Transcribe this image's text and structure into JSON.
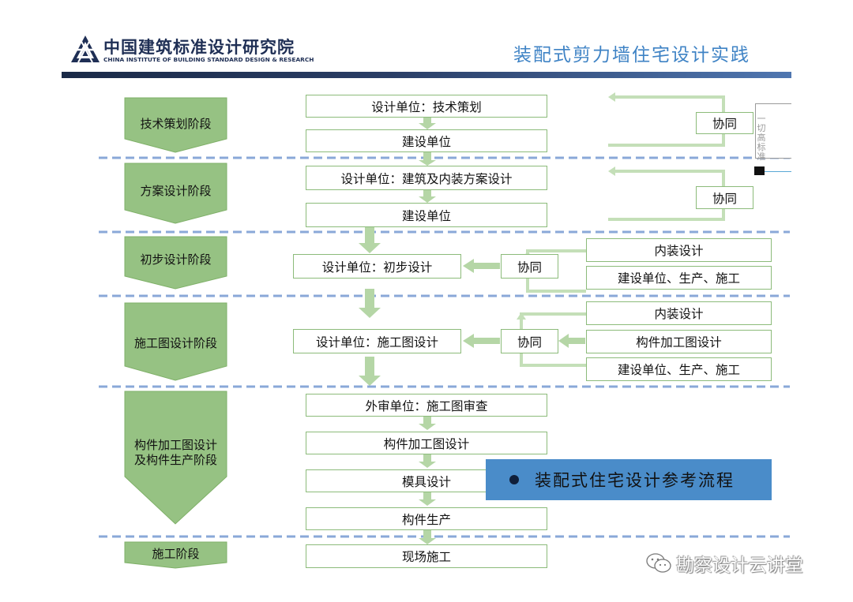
{
  "header": {
    "org_name_cn": "中国建筑标准设计研究院",
    "org_name_en": "CHINA INSTITUTE OF BUILDING STANDARD DESIGN & RESEARCH",
    "slide_title": "装配式剪力墙住宅设计实践"
  },
  "colors": {
    "header_bar": "#2a3e66",
    "stage_chevron": "#96c283",
    "box_border": "#8cbb7a",
    "arrow": "#b5d6a6",
    "divider": "#8aa8d8",
    "banner": "#4a8cc9",
    "title": "#3f83c5"
  },
  "stages": [
    {
      "label": "技术策划阶段"
    },
    {
      "label": "方案设计阶段"
    },
    {
      "label": "初步设计阶段"
    },
    {
      "label": "施工图设计阶段"
    },
    {
      "lines": [
        "构件加工图设计",
        "及构件生产阶段"
      ]
    },
    {
      "label": "施工阶段"
    }
  ],
  "main_flow": {
    "tech_design": "设计单位：技术策划",
    "tech_owner": "建设单位",
    "scheme_design": "设计单位：建筑及内装方案设计",
    "scheme_owner": "建设单位",
    "prelim_design": "设计单位：初步设计",
    "construction_drawing": "设计单位：施工图设计",
    "review": "外审单位：施工图审查",
    "component_drawing": "构件加工图设计",
    "mold_design": "模具设计",
    "component_production": "构件生产",
    "site_construction": "现场施工"
  },
  "side": {
    "collab": "协同",
    "interior_design": "内装设计",
    "owner_production_construction": "建设单位、生产、施工",
    "component_drawing": "构件加工图设计",
    "vertical_fragment": "一切高标准"
  },
  "banner": {
    "text": "装配式住宅设计参考流程"
  },
  "watermark": {
    "text": "勘察设计云讲堂",
    "icon": "wechat-icon"
  }
}
